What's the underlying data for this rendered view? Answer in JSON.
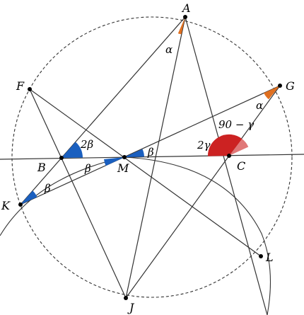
{
  "points": [
    {
      "key": "A",
      "label": "A"
    },
    {
      "key": "F",
      "label": "F"
    },
    {
      "key": "G",
      "label": "G"
    },
    {
      "key": "B",
      "label": "B"
    },
    {
      "key": "M",
      "label": "M"
    },
    {
      "key": "C",
      "label": "C"
    },
    {
      "key": "K",
      "label": "K"
    },
    {
      "key": "L",
      "label": "L"
    },
    {
      "key": "J",
      "label": "J"
    }
  ],
  "angle_labels": {
    "alpha_at_A": "α",
    "alpha_at_G": "α",
    "two_beta": "2β",
    "beta_at_M_right": "β",
    "beta_at_M_left": "β",
    "beta_at_K": "β",
    "two_gamma": "2γ",
    "ninety_minus_gamma": "90 − γ"
  },
  "colors": {
    "alpha": "#e07020",
    "beta": "#1a5fbf",
    "gamma": "#cc2222",
    "gamma_light": "#e07878",
    "stroke": "#333333"
  }
}
